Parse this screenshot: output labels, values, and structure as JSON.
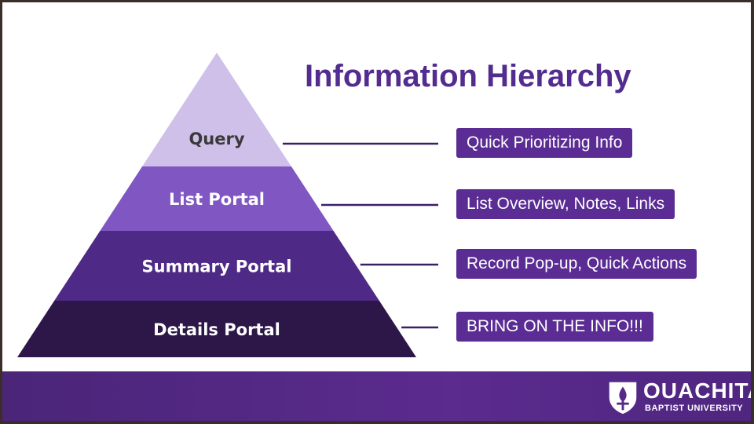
{
  "slide": {
    "title": "Information Hierarchy"
  },
  "pyramid": {
    "tiers": [
      {
        "label": "Query",
        "color": "#cfc0ea",
        "text_color": "#3a3a3a"
      },
      {
        "label": "List Portal",
        "color": "#7f56c2",
        "text_color": "#ffffff"
      },
      {
        "label": "Summary Portal",
        "color": "#4e2a86",
        "text_color": "#ffffff"
      },
      {
        "label": "Details Portal",
        "color": "#2d1748",
        "text_color": "#ffffff"
      }
    ]
  },
  "descriptions": [
    "Quick Prioritizing Info",
    "List Overview, Notes, Links",
    "Record Pop-up, Quick Actions",
    "BRING ON THE INFO!!!"
  ],
  "colors": {
    "accent": "#5a2c94",
    "connector": "#3b1f66",
    "footer": "#55298a"
  },
  "footer": {
    "logo": {
      "icon": "shield-flame-icon",
      "name": "OUACHITA",
      "subtitle": "BAPTIST UNIVERSITY"
    }
  }
}
